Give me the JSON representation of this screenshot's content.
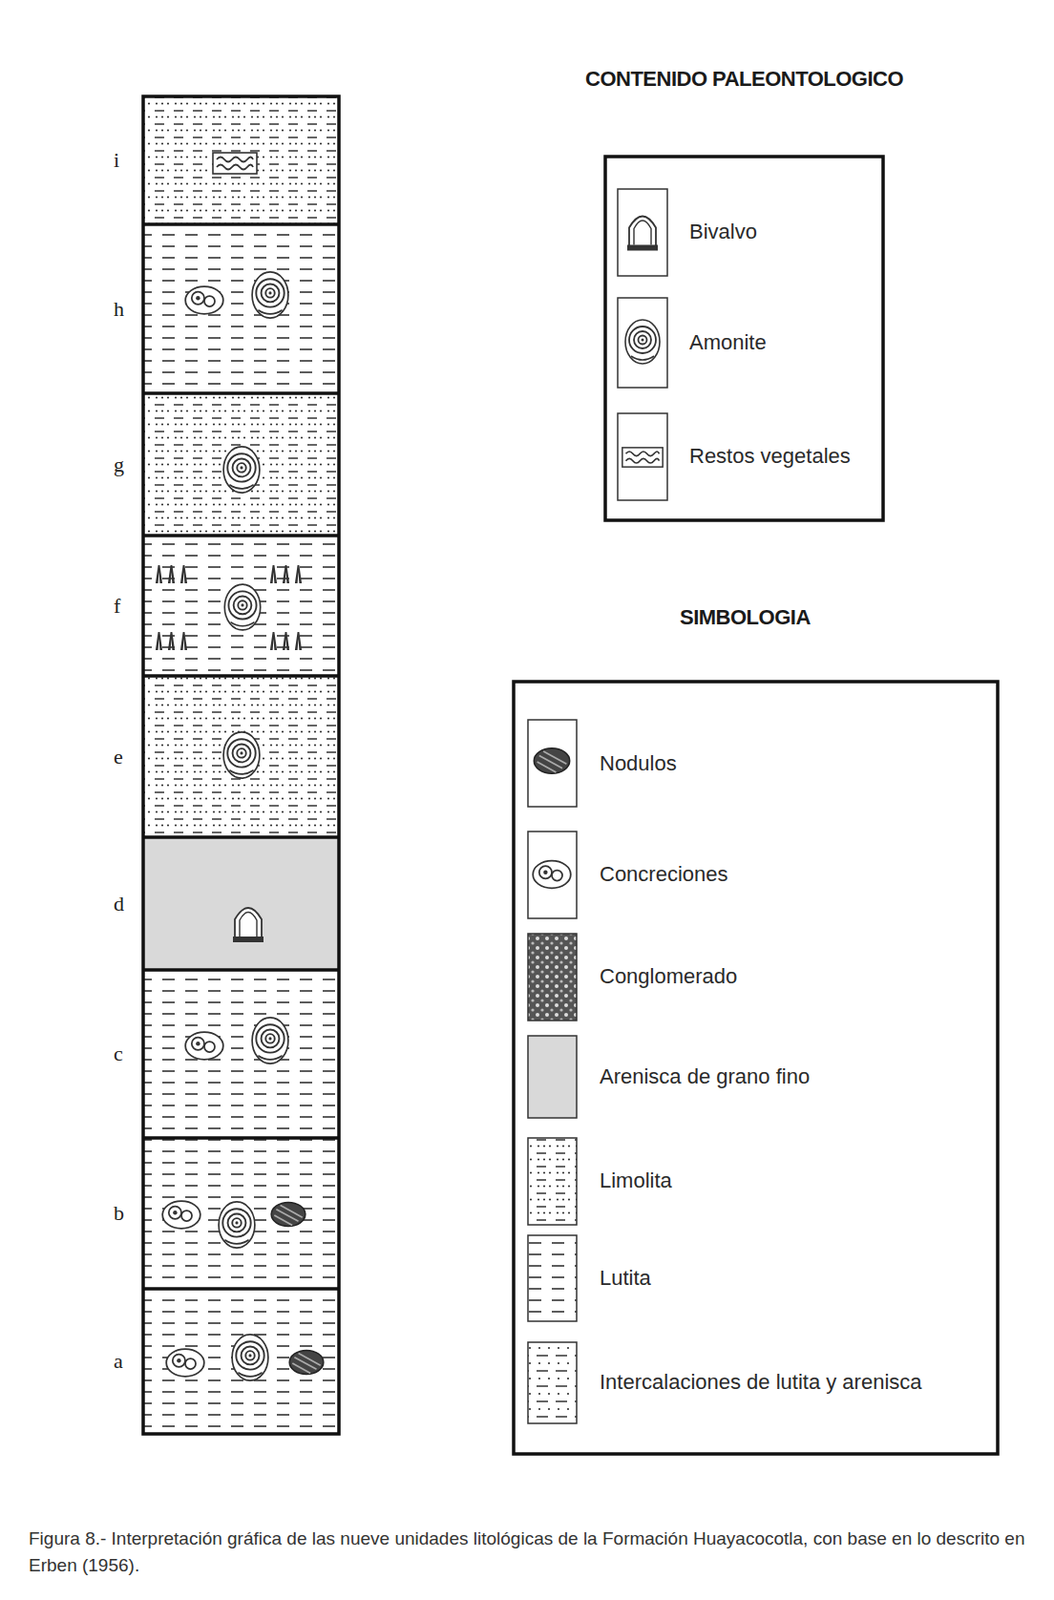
{
  "diagram": {
    "caption": "Figura 8.- Interpretación gráfica de las nueve unidades litológicas de la Formación Huayacocotla, con base en lo descrito en Erben (1956).",
    "nodes": [
      {
        "text": [
          "i"
        ]
      },
      {
        "text": [
          "h"
        ]
      },
      {
        "text": [
          "g"
        ]
      },
      {
        "text": [
          "f"
        ]
      },
      {
        "text": [
          "e"
        ]
      },
      {
        "text": [
          "d"
        ]
      },
      {
        "text": [
          "c"
        ]
      },
      {
        "text": [
          "b"
        ]
      },
      {
        "text": [
          "a"
        ]
      }
    ],
    "labels": [
      "CONTENIDO PALEONTOLOGICO",
      "SIMBOLOGIA"
    ],
    "legend": [
      {
        "text": "Bivalvo"
      },
      {
        "text": "Amonite"
      },
      {
        "text": "Restos vegetales"
      },
      {
        "text": "Nodulos"
      },
      {
        "text": "Concreciones"
      },
      {
        "text": "Conglomerado"
      },
      {
        "text": "Arenisca de grano fino"
      },
      {
        "text": "Limolita"
      },
      {
        "text": "Lutita"
      },
      {
        "text": "Intercalaciones de lutita y arenisca"
      }
    ]
  }
}
